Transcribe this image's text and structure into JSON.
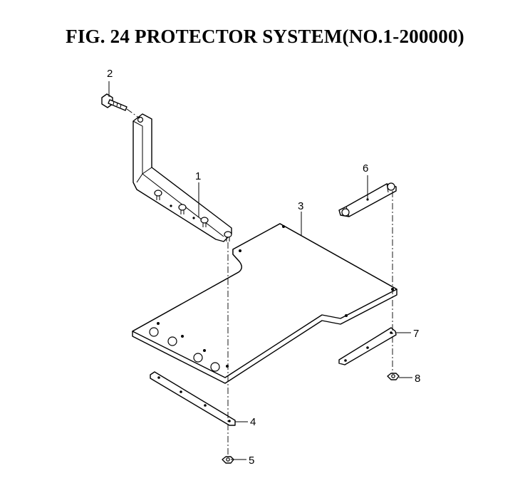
{
  "title": "FIG. 24  PROTECTOR SYSTEM(NO.1-200000)",
  "callouts": [
    "1",
    "2",
    "3",
    "4",
    "5",
    "6",
    "7",
    "8"
  ]
}
